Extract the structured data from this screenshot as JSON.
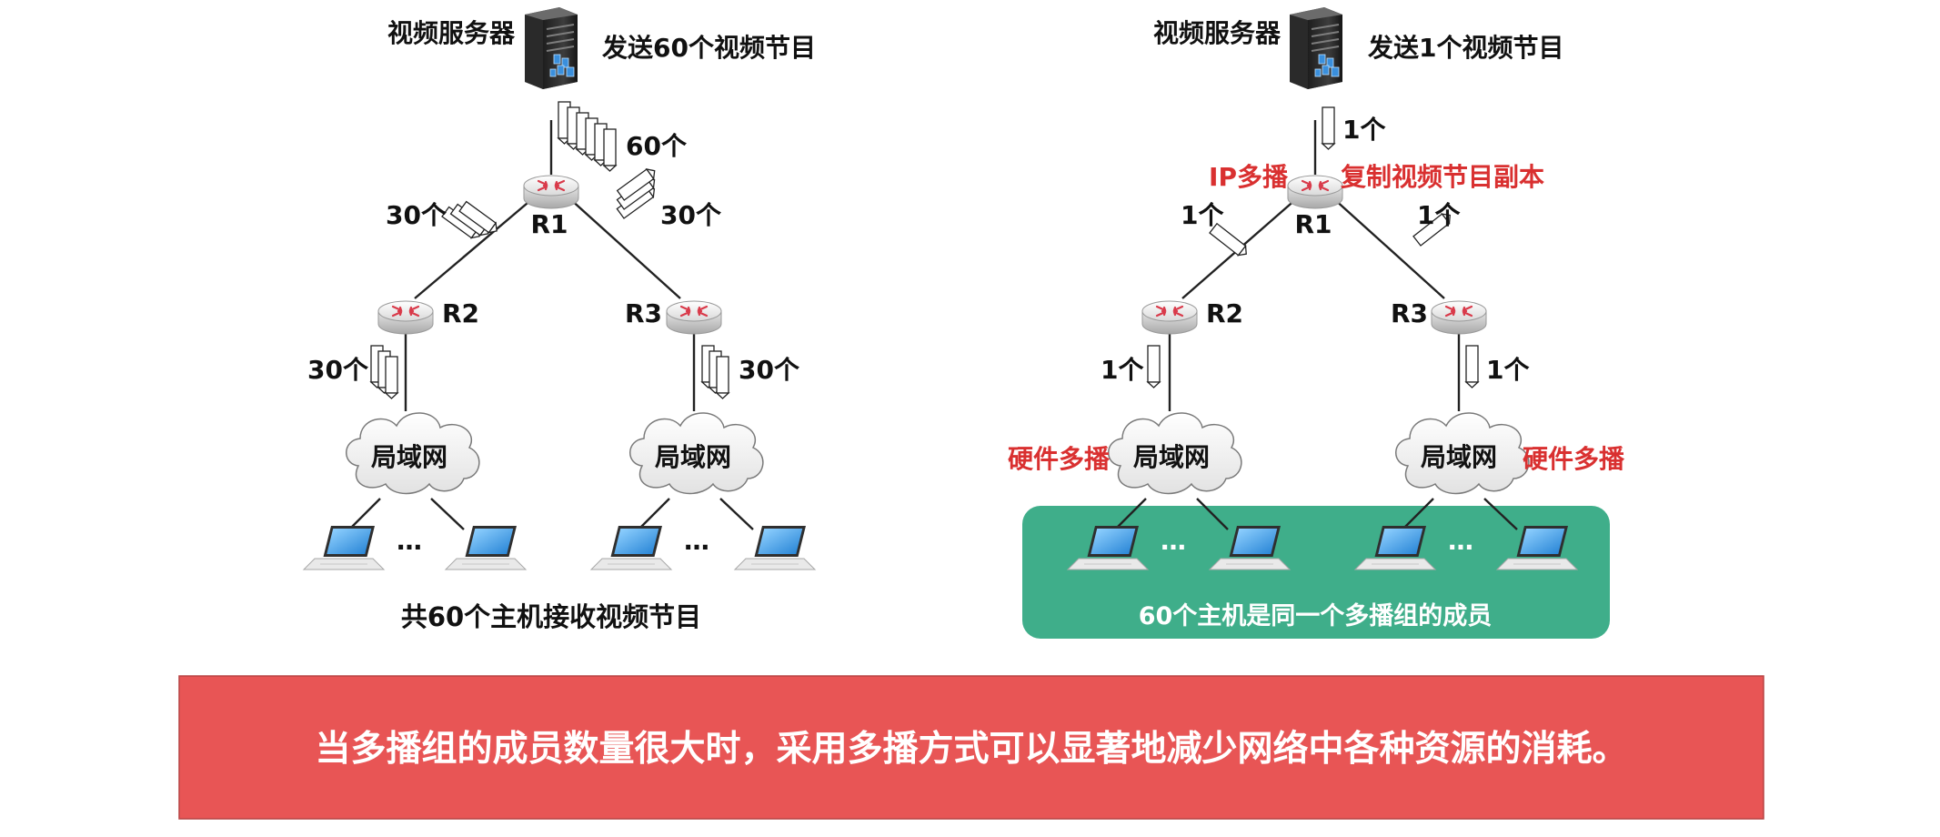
{
  "left": {
    "server_label": "视频服务器",
    "send_label": "发送60个视频节目",
    "r1_label": "R1",
    "r2_label": "R2",
    "r3_label": "R3",
    "link_top_count": "60个",
    "link_r1r2_count": "30个",
    "link_r1r3_count": "30个",
    "link_r2lan_count": "30个",
    "link_r3lan_count": "30个",
    "lan_label_1": "局域网",
    "lan_label_2": "局域网",
    "ellipsis_1": "…",
    "ellipsis_2": "…",
    "summary": "共60个主机接收视频节目"
  },
  "right": {
    "server_label": "视频服务器",
    "send_label": "发送1个视频节目",
    "r1_label": "R1",
    "r2_label": "R2",
    "r3_label": "R3",
    "link_top_count": "1个",
    "link_r1r2_count": "1个",
    "link_r1r3_count": "1个",
    "link_r2lan_count": "1个",
    "link_r3lan_count": "1个",
    "ip_multicast": "IP多播",
    "copy_label": "复制视频节目副本",
    "hw_multicast_left": "硬件多播",
    "hw_multicast_right": "硬件多播",
    "lan_label_1": "局域网",
    "lan_label_2": "局域网",
    "ellipsis_1": "…",
    "ellipsis_2": "…",
    "group_label": "60个主机是同一个多播组的成员"
  },
  "banner": {
    "text": "当多播组的成员数量很大时，采用多播方式可以显著地减少网络中各种资源的消耗。"
  },
  "colors": {
    "red_text": "#d93030",
    "group_box": "#3fae8a",
    "banner_bg": "#e85555"
  }
}
